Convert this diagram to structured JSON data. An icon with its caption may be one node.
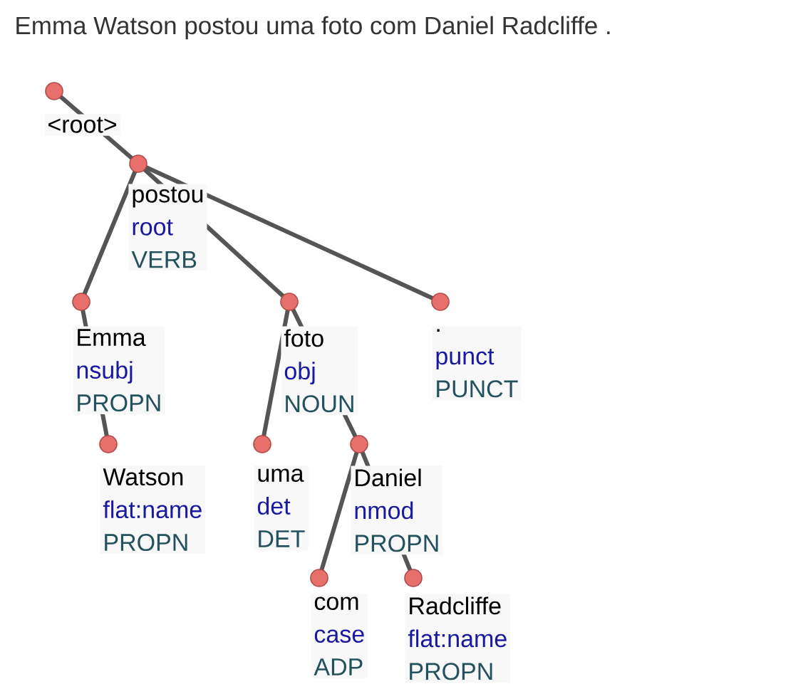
{
  "diagram": {
    "title": "Emma Watson postou uma foto com Daniel Radcliffe .",
    "nodes": [
      {
        "text": [
          "<root>"
        ]
      },
      {
        "text": [
          "postou",
          "root",
          "VERB"
        ]
      },
      {
        "text": [
          "Emma",
          "nsubj",
          "PROPN"
        ]
      },
      {
        "text": [
          "foto",
          "obj",
          "NOUN"
        ]
      },
      {
        "text": [
          ".",
          "punct",
          "PUNCT"
        ]
      },
      {
        "text": [
          "Watson",
          "flat:name",
          "PROPN"
        ]
      },
      {
        "text": [
          "uma",
          "det",
          "DET"
        ]
      },
      {
        "text": [
          "Daniel",
          "nmod",
          "PROPN"
        ]
      },
      {
        "text": [
          "com",
          "case",
          "ADP"
        ]
      },
      {
        "text": [
          "Radcliffe",
          "flat:name",
          "PROPN"
        ]
      }
    ],
    "edges": [
      {
        "from": 0,
        "to": 1,
        "arrow": "none"
      },
      {
        "from": 1,
        "to": 2,
        "arrow": "none"
      },
      {
        "from": 1,
        "to": 3,
        "arrow": "none"
      },
      {
        "from": 1,
        "to": 4,
        "arrow": "none"
      },
      {
        "from": 2,
        "to": 5,
        "arrow": "none"
      },
      {
        "from": 3,
        "to": 6,
        "arrow": "none"
      },
      {
        "from": 3,
        "to": 7,
        "arrow": "none"
      },
      {
        "from": 7,
        "to": 8,
        "arrow": "none"
      },
      {
        "from": 7,
        "to": 9,
        "arrow": "none"
      }
    ]
  }
}
